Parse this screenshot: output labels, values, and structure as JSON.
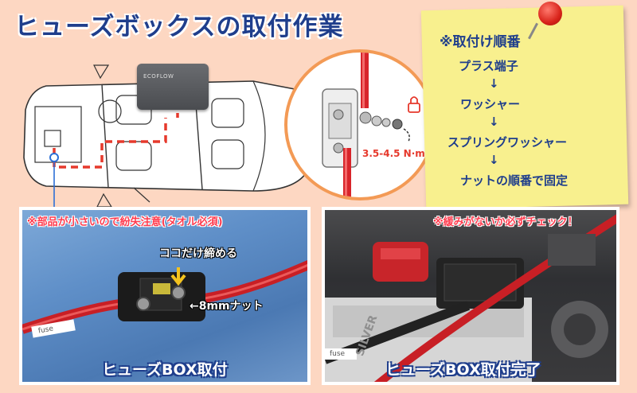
{
  "title": "ヒューズボックスの取付作業",
  "steps": {
    "heading": "※取付け順番",
    "items": [
      "プラス端子",
      "ワッシャー",
      "スプリングワッシャー",
      "ナットの順番で固定"
    ],
    "arrow": "↓"
  },
  "torque": "3.5-4.5 N·m",
  "device_logo": "ECOFLOW",
  "photo_left": {
    "warning": "※部品が小さいので紛失注意(タオル必須)",
    "callout_tighten": "ココだけ締める",
    "callout_nut": "←8mmナット",
    "cable_label": "fuse",
    "caption": "ヒューズBOX取付"
  },
  "photo_right": {
    "warning": "※緩みがないか必ずチェック！",
    "cable_label": "fuse",
    "battery_label": "SILVER",
    "caption": "ヒューズBOX取付完了"
  },
  "colors": {
    "background": "#fdd7c2",
    "title": "#1f3e8c",
    "note": "#f8f08e",
    "warning": "#ff3b4e",
    "cable_red": "#d8242a",
    "diagram_line": "#e6392c",
    "circle_border": "#f39a55"
  }
}
